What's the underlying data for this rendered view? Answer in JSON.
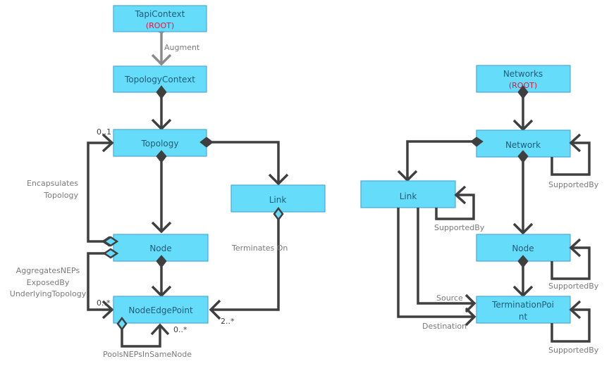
{
  "title": "TAPI Topology vs IETF Network Topology model comparison",
  "colors": {
    "box_fill": "#66dcfb",
    "box_stroke": "#4aa9d6",
    "box_text": "#1f5c78",
    "root_text": "#e3173b",
    "connector": "#3f3f3f",
    "augment_connector": "#8a8a8a",
    "edge_label": "#7a7a7a"
  },
  "tapi": {
    "tapi_context": {
      "name": "TapiContext",
      "tag": "(ROOT)"
    },
    "topology_context": {
      "name": "TopologyContext"
    },
    "topology": {
      "name": "Topology"
    },
    "link": {
      "name": "Link"
    },
    "node": {
      "name": "Node"
    },
    "node_edge_point": {
      "name": "NodeEdgePoint"
    },
    "edges": {
      "augment": "Augment",
      "encapsulates_line1": "Encapsulates",
      "encapsulates_line2": "Topology",
      "terminates_on": "Terminates On",
      "aggregates_line1": "AggregatesNEPs",
      "aggregates_line2": "ExposedBy",
      "aggregates_line3": "UnderlyingTopology",
      "pools": "PoolsNEPsInSameNode"
    },
    "multiplicities": {
      "topology_in": "0..1",
      "nep_aggregates": "0..*",
      "nep_pools": "0..*",
      "nep_terminates": "2..*"
    }
  },
  "ietf": {
    "networks": {
      "name": "Networks",
      "tag": "(ROOT)"
    },
    "network": {
      "name": "Network"
    },
    "link": {
      "name": "Link"
    },
    "node": {
      "name": "Node"
    },
    "termination_point": {
      "name_line1": "TerminationPoi",
      "name_line2": "nt"
    },
    "edges": {
      "network_supported_by": "SupportedBy",
      "link_supported_by": "SupportedBy",
      "node_supported_by": "SupportedBy",
      "tp_supported_by": "SupportedBy",
      "source": "Source",
      "destination": "Destination"
    }
  }
}
